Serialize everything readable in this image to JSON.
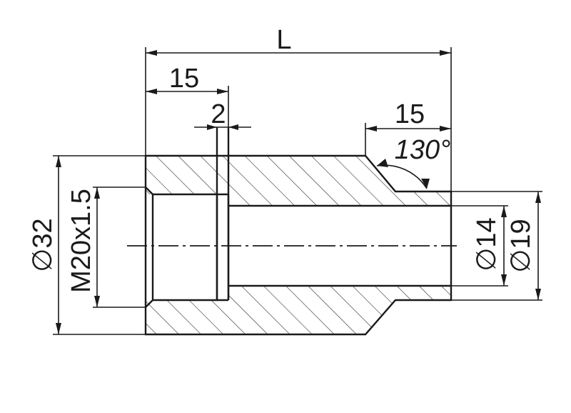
{
  "drawing": {
    "colors": {
      "line": "#1a1a1a",
      "background": "#ffffff"
    },
    "dimensions": {
      "overall_length": "L",
      "thread_relief_length": "15",
      "groove_width": "2",
      "chamfer_length": "15",
      "chamfer_angle": "130°",
      "outer_diameter": "∅32",
      "thread": "M20x1.5",
      "bore_diameter": "∅14",
      "spigot_diameter": "∅19"
    }
  }
}
